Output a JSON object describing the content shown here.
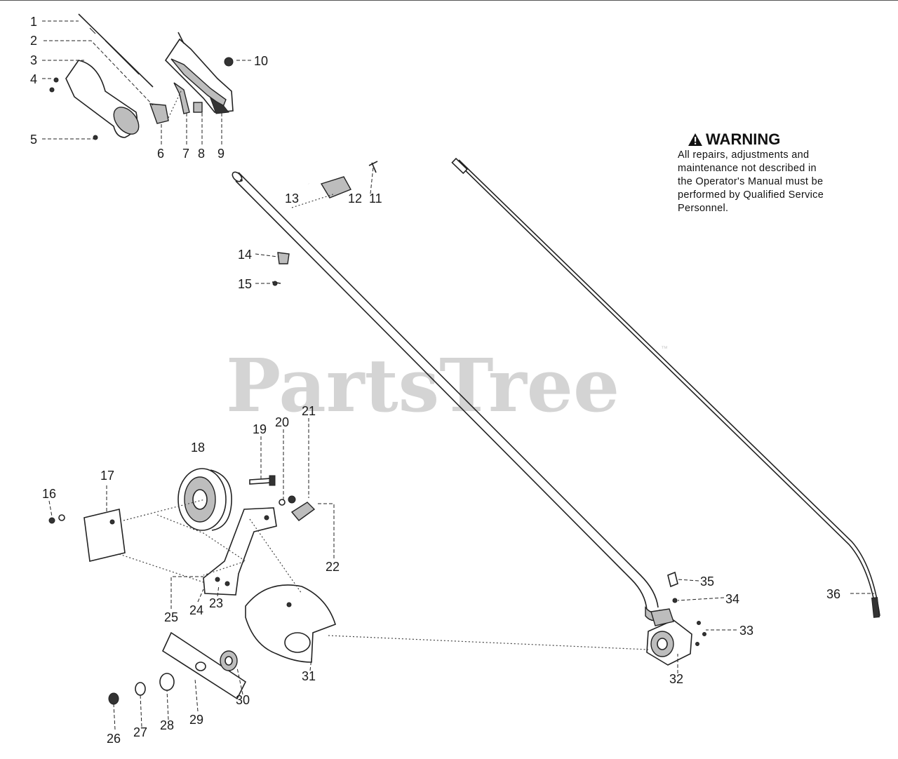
{
  "watermark": {
    "text": "PartsTree",
    "tm": "™"
  },
  "warning": {
    "title": "WARNING",
    "body_lines": [
      "All repairs, adjustments and",
      "maintenance not described in",
      "the Operator's Manual must be",
      "performed by Qualified Service",
      "Personnel."
    ]
  },
  "callouts": {
    "c1": "1",
    "c2": "2",
    "c3": "3",
    "c4": "4",
    "c5": "5",
    "c6": "6",
    "c7": "7",
    "c8": "8",
    "c9": "9",
    "c10": "10",
    "c11": "11",
    "c12": "12",
    "c13": "13",
    "c14": "14",
    "c15": "15",
    "c16": "16",
    "c17": "17",
    "c18": "18",
    "c19": "19",
    "c20": "20",
    "c21": "21",
    "c22": "22",
    "c23": "23",
    "c24": "24",
    "c25": "25",
    "c26": "26",
    "c27": "27",
    "c28": "28",
    "c29": "29",
    "c30": "30",
    "c31": "31",
    "c32": "32",
    "c33": "33",
    "c34": "34",
    "c35": "35",
    "c36": "36"
  }
}
